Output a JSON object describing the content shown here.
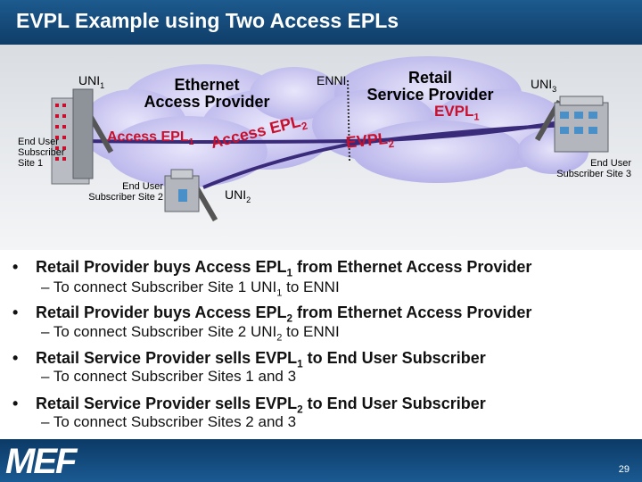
{
  "title": "EVPL Example using Two Access EPLs",
  "diagram": {
    "uni1": "UNI",
    "uni1_sub": "1",
    "uni2": "UNI",
    "uni2_sub": "2",
    "uni3": "UNI",
    "uni3_sub": "3",
    "enni": "ENNI",
    "ethernet_provider": [
      "Ethernet",
      "Access Provider"
    ],
    "retail_provider": [
      "Retail",
      "Service Provider"
    ],
    "evpl1": "EVPL",
    "evpl1_sub": "1",
    "evpl2": "EVPL",
    "evpl2_sub": "2",
    "access_epl1": "Access EPL",
    "access_epl1_sub": "1",
    "access_epl2": "Access EPL",
    "access_epl2_sub": "2",
    "site1": [
      "End User",
      "Subscriber",
      "Site 1"
    ],
    "site2": [
      "End User",
      "Subscriber  Site 2"
    ],
    "site3": [
      "End User",
      "Subscriber Site 3"
    ]
  },
  "bullets": [
    {
      "pre": "Retail Provider buys Access EPL",
      "sub": "1",
      "post": " from Ethernet Access Provider",
      "detail_pre": "– To connect Subscriber Site 1 UNI",
      "detail_sub": "1",
      "detail_post": " to ENNI"
    },
    {
      "pre": "Retail Provider buys Access EPL",
      "sub": "2",
      "post": " from Ethernet Access Provider",
      "detail_pre": "– To connect Subscriber Site 2 UNI",
      "detail_sub": "2",
      "detail_post": " to ENNI"
    },
    {
      "pre": "Retail Service Provider sells EVPL",
      "sub": "1",
      "post": " to End User Subscriber",
      "detail_pre": "– To connect Subscriber Sites 1 and 3",
      "detail_sub": "",
      "detail_post": ""
    },
    {
      "pre": "Retail Service Provider sells EVPL",
      "sub": "2",
      "post": " to End User Subscriber",
      "detail_pre": "– To connect  Subscriber  Sites 2 and 3",
      "detail_sub": "",
      "detail_post": ""
    }
  ],
  "footer": {
    "logo": "MEF",
    "page": "29"
  },
  "colors": {
    "header": "#1d5a8e",
    "link": "#3a2a7a",
    "cloud": "#c9c6f0",
    "red_label": "#c8102e"
  }
}
